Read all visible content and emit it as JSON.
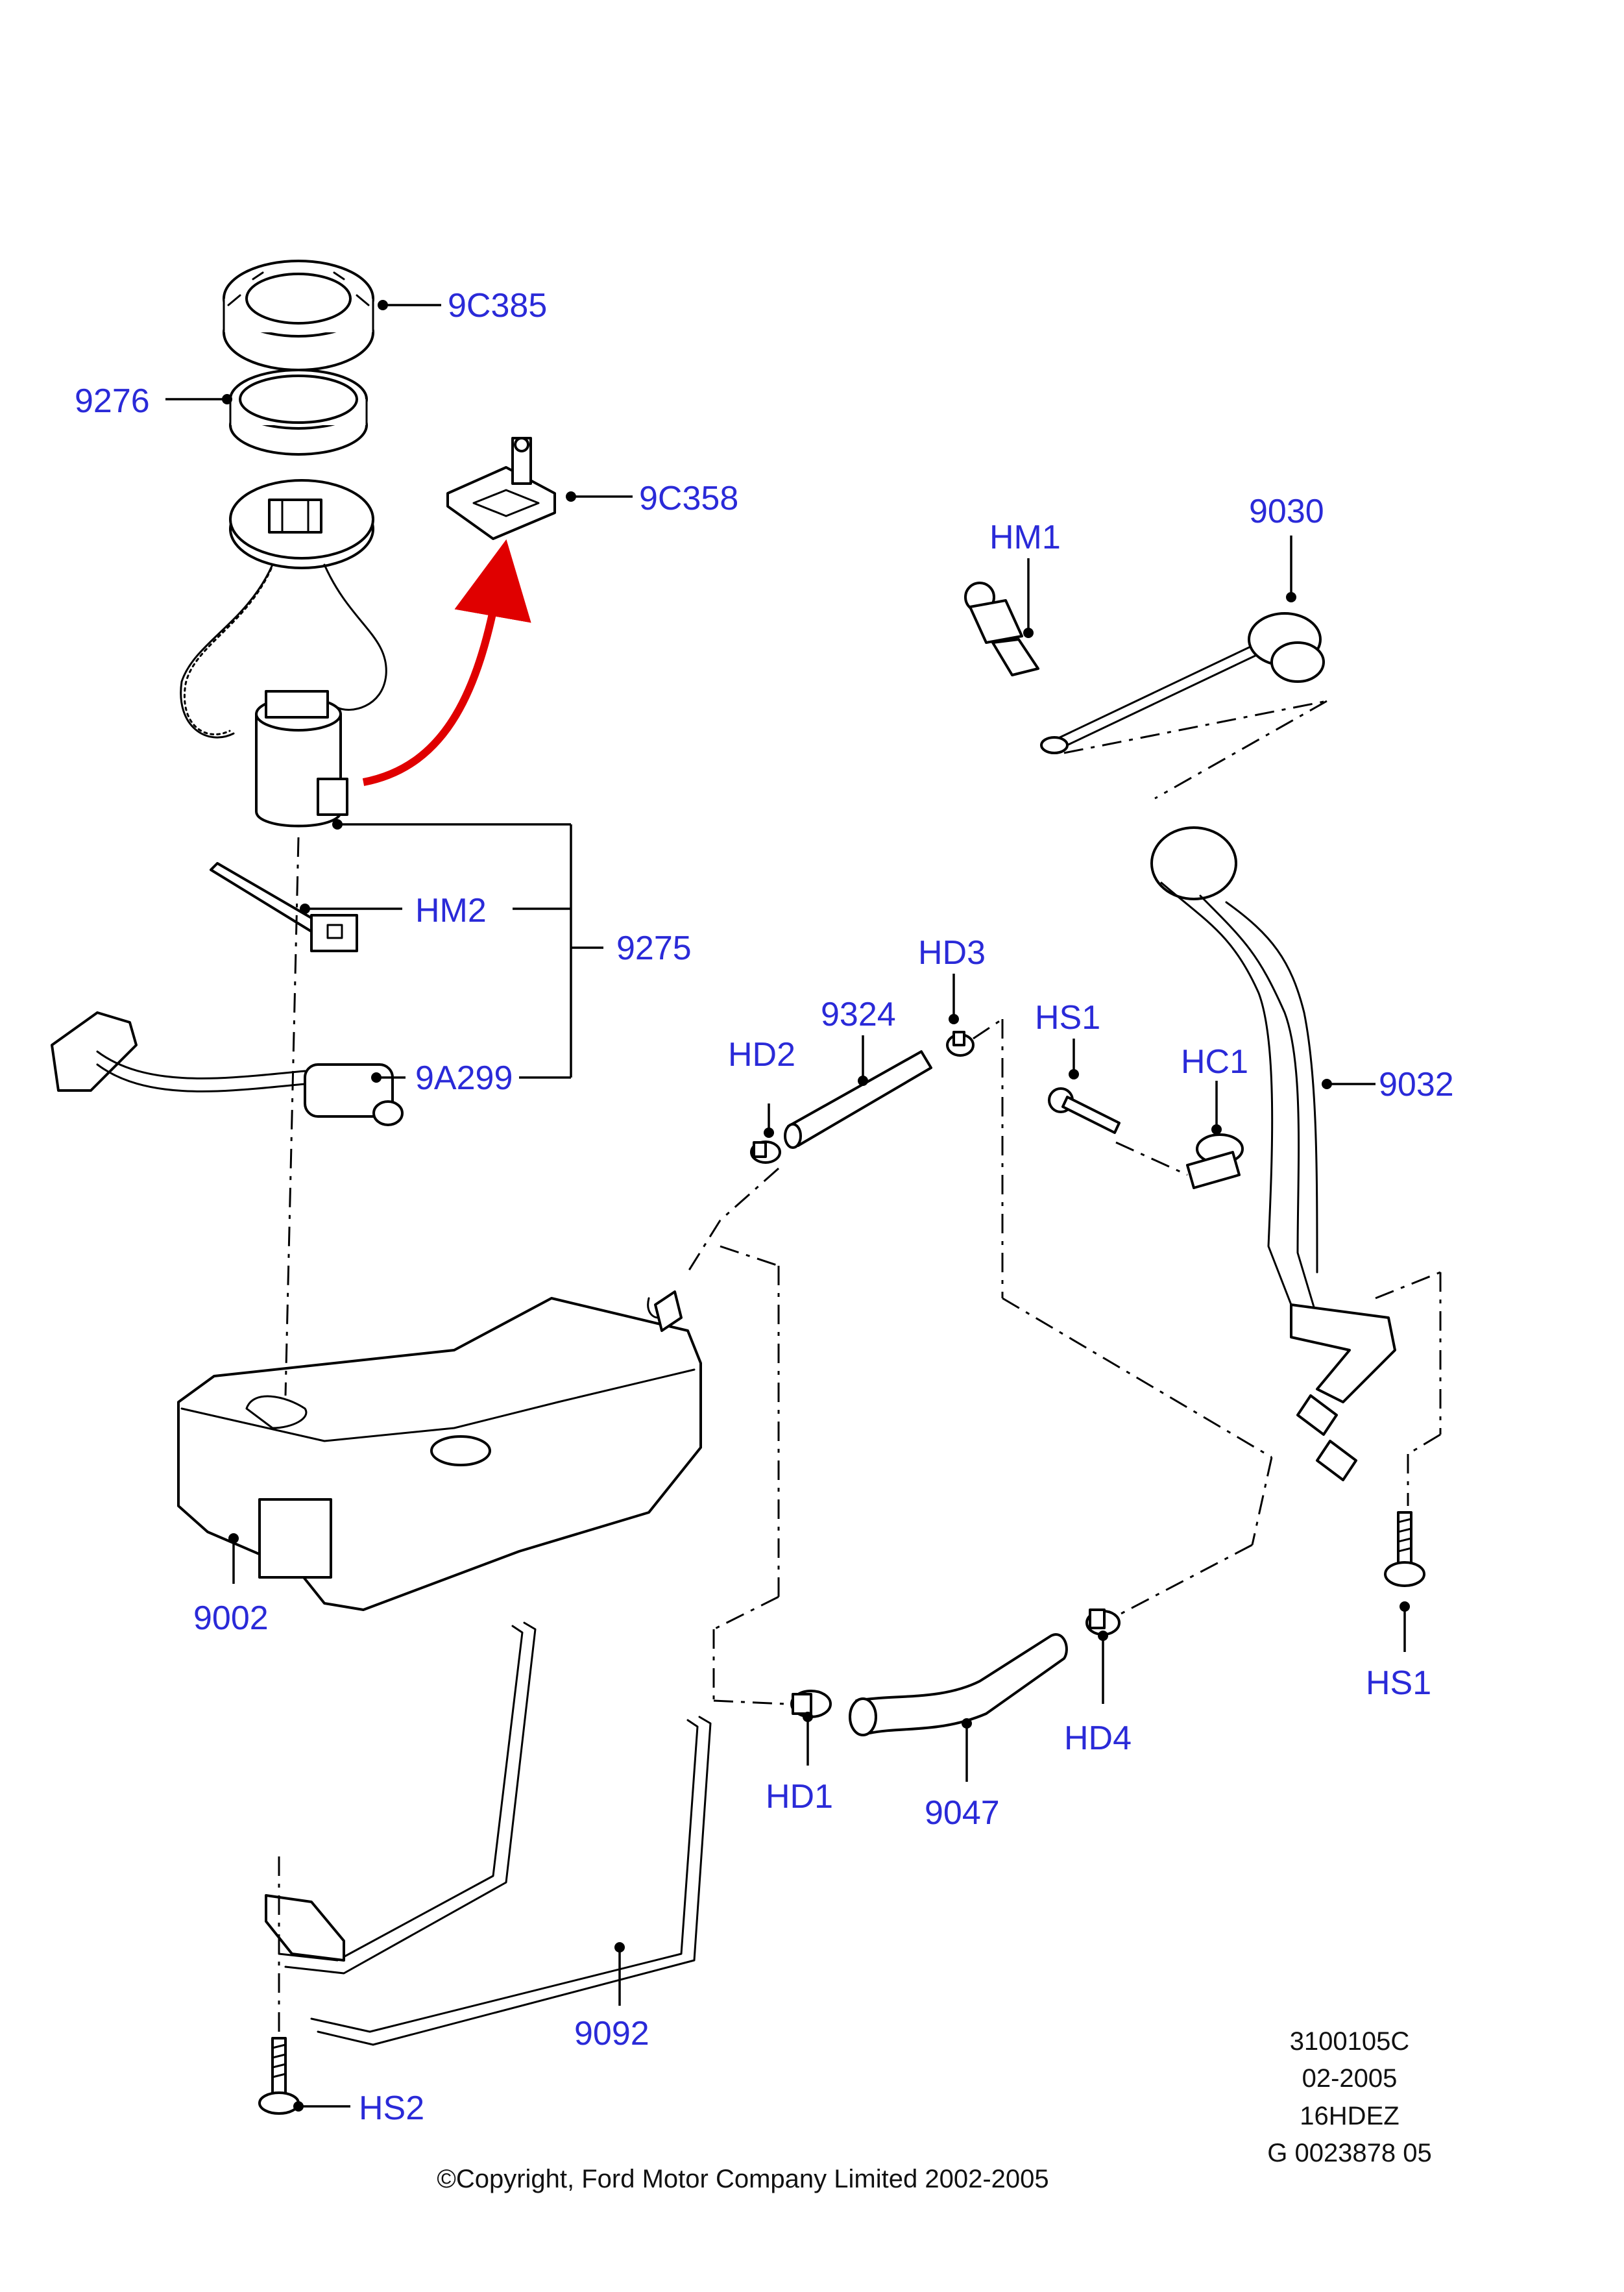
{
  "diagram": {
    "labels": {
      "9C385": "9C385",
      "9276": "9276",
      "9C358": "9C358",
      "HM1": "HM1",
      "9030": "9030",
      "HM2": "HM2",
      "9275": "9275",
      "9A299": "9A299",
      "HD3": "HD3",
      "9324": "9324",
      "HS1_top": "HS1",
      "HD2": "HD2",
      "HC1": "HC1",
      "9032": "9032",
      "9002": "9002",
      "HD1": "HD1",
      "9047": "9047",
      "HD4": "HD4",
      "HS1_bottom": "HS1",
      "9092": "9092",
      "HS2": "HS2"
    },
    "meta": {
      "ref_code": "3100105C",
      "date": "02-2005",
      "engine": "16HDEZ",
      "drawing_no": "G 0023878 05"
    },
    "copyright": "©Copyright, Ford Motor Company Limited 2002-2005"
  },
  "colors": {
    "label": "#2a2ad8",
    "arrow": "#e00000",
    "line": "#000000"
  }
}
